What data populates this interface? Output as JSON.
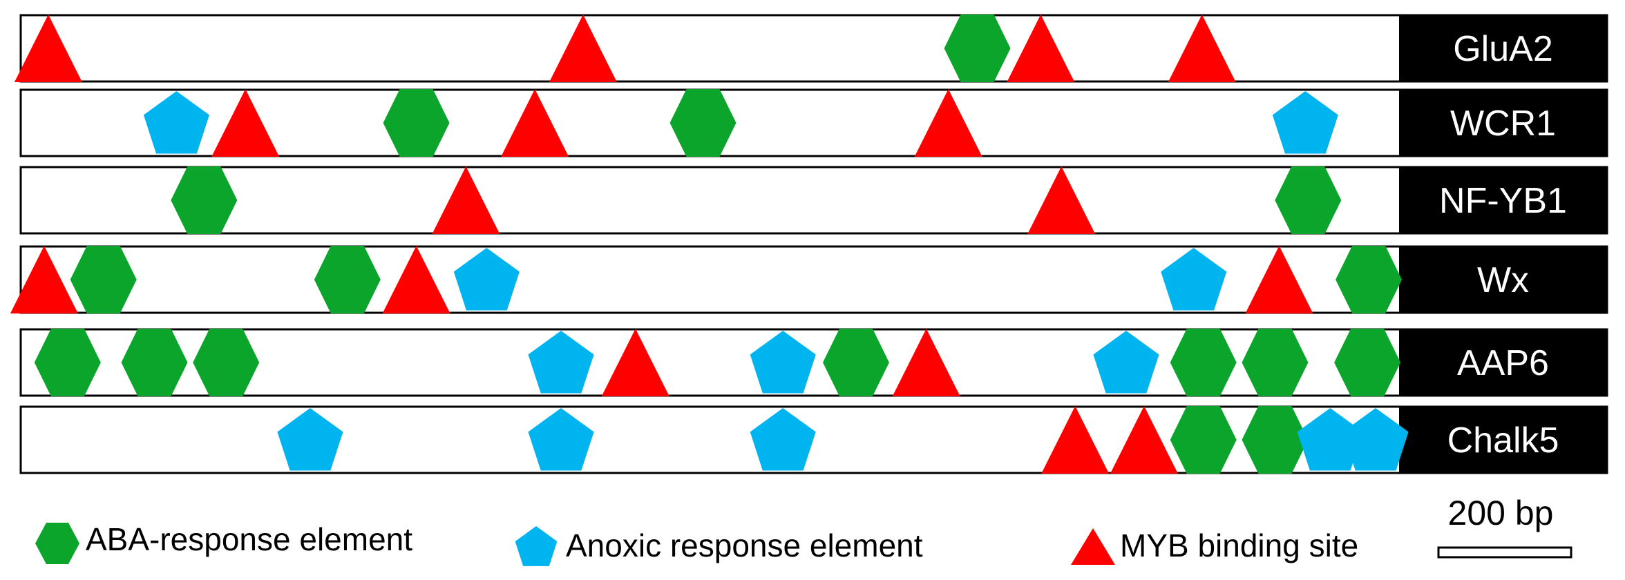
{
  "colors": {
    "aba": "#0aa52a",
    "anoxic": "#00b4ef",
    "myb": "#ff0000",
    "label_bg": "#000000",
    "label_text": "#ffffff",
    "track_border": "#000000"
  },
  "genes": [
    {
      "name": "GluA2",
      "elements": [
        {
          "type": "myb",
          "pos": 0.02
        },
        {
          "type": "myb",
          "pos": 0.408
        },
        {
          "type": "aba",
          "pos": 0.694
        },
        {
          "type": "myb",
          "pos": 0.74
        },
        {
          "type": "myb",
          "pos": 0.857
        }
      ]
    },
    {
      "name": "WCR1",
      "elements": [
        {
          "type": "anoxic",
          "pos": 0.113
        },
        {
          "type": "myb",
          "pos": 0.163
        },
        {
          "type": "aba",
          "pos": 0.287
        },
        {
          "type": "myb",
          "pos": 0.373
        },
        {
          "type": "aba",
          "pos": 0.495
        },
        {
          "type": "myb",
          "pos": 0.673
        },
        {
          "type": "anoxic",
          "pos": 0.932
        }
      ]
    },
    {
      "name": "NF-YB1",
      "elements": [
        {
          "type": "aba",
          "pos": 0.133
        },
        {
          "type": "myb",
          "pos": 0.323
        },
        {
          "type": "myb",
          "pos": 0.755
        },
        {
          "type": "aba",
          "pos": 0.934
        }
      ]
    },
    {
      "name": "Wx",
      "elements": [
        {
          "type": "myb",
          "pos": 0.017
        },
        {
          "type": "aba",
          "pos": 0.06
        },
        {
          "type": "aba",
          "pos": 0.237
        },
        {
          "type": "myb",
          "pos": 0.287
        },
        {
          "type": "anoxic",
          "pos": 0.338
        },
        {
          "type": "anoxic",
          "pos": 0.851
        },
        {
          "type": "myb",
          "pos": 0.913
        },
        {
          "type": "aba",
          "pos": 0.978
        }
      ]
    },
    {
      "name": "AAP6",
      "elements": [
        {
          "type": "aba",
          "pos": 0.034
        },
        {
          "type": "aba",
          "pos": 0.097
        },
        {
          "type": "aba",
          "pos": 0.149
        },
        {
          "type": "anoxic",
          "pos": 0.392
        },
        {
          "type": "myb",
          "pos": 0.446
        },
        {
          "type": "anoxic",
          "pos": 0.553
        },
        {
          "type": "aba",
          "pos": 0.606
        },
        {
          "type": "myb",
          "pos": 0.657
        },
        {
          "type": "anoxic",
          "pos": 0.802
        },
        {
          "type": "aba",
          "pos": 0.858
        },
        {
          "type": "aba",
          "pos": 0.91
        },
        {
          "type": "aba",
          "pos": 0.977
        }
      ]
    },
    {
      "name": "Chalk5",
      "elements": [
        {
          "type": "anoxic",
          "pos": 0.21
        },
        {
          "type": "anoxic",
          "pos": 0.392
        },
        {
          "type": "anoxic",
          "pos": 0.553
        },
        {
          "type": "myb",
          "pos": 0.765
        },
        {
          "type": "myb",
          "pos": 0.815
        },
        {
          "type": "aba",
          "pos": 0.858
        },
        {
          "type": "aba",
          "pos": 0.91
        },
        {
          "type": "anoxic",
          "pos": 0.95
        },
        {
          "type": "anoxic",
          "pos": 0.983
        }
      ]
    }
  ],
  "legend": {
    "aba_label": "ABA-response element",
    "anoxic_label": "Anoxic response element",
    "myb_label": "MYB binding site"
  },
  "scale_bar": {
    "label": "200 bp"
  }
}
